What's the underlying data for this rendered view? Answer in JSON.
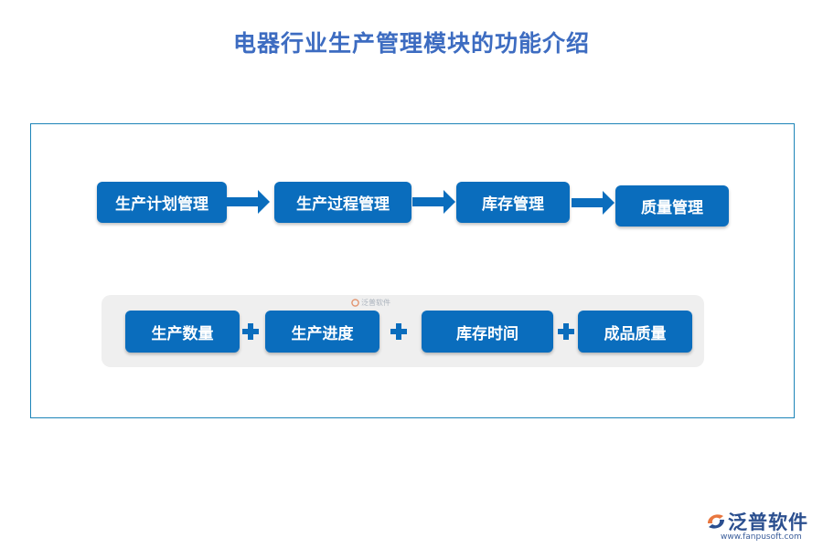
{
  "title": "电器行业生产管理模块的功能介绍",
  "flow": {
    "steps": [
      {
        "label": "生产计划管理"
      },
      {
        "label": "生产过程管理"
      },
      {
        "label": "库存管理"
      },
      {
        "label": "质量管理"
      }
    ],
    "arrow_icon": "right-arrow-icon"
  },
  "factors": {
    "items": [
      {
        "label": "生产数量"
      },
      {
        "label": "生产进度"
      },
      {
        "label": "库存时间"
      },
      {
        "label": "成品质量"
      }
    ],
    "plus_icon": "plus-icon"
  },
  "watermark": {
    "small_text": "泛普软件",
    "logo_text": "泛普软件",
    "url": "www.fanpusoft.com"
  },
  "colors": {
    "box": "#0a6dbd",
    "title": "#3d6cc1",
    "frame_border": "#1c84b8",
    "panel": "#efefef"
  }
}
